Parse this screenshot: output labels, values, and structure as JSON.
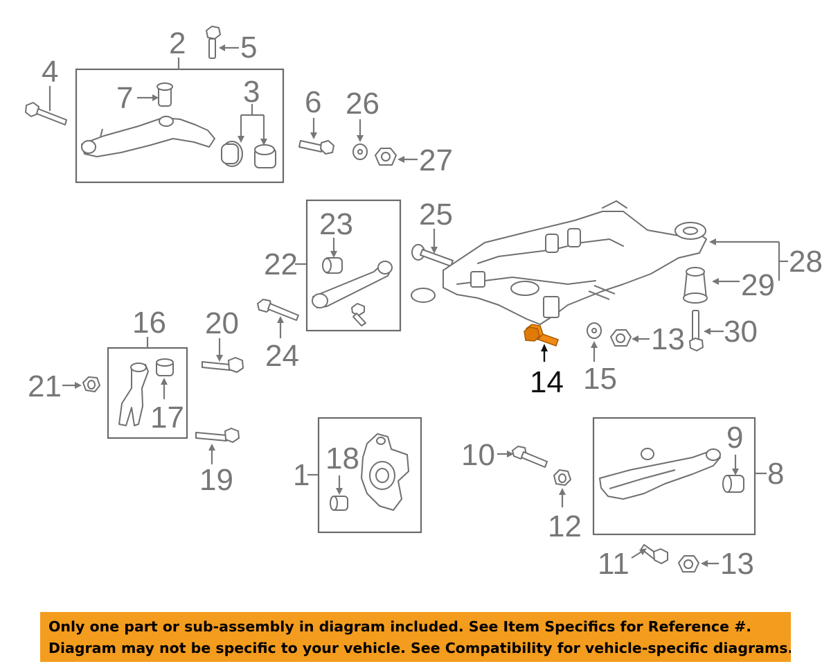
{
  "diagram": {
    "highlight_color": "#e88b10",
    "callouts": {
      "c1": "1",
      "c2": "2",
      "c3": "3",
      "c4": "4",
      "c5": "5",
      "c6": "6",
      "c7": "7",
      "c8": "8",
      "c9": "9",
      "c10": "10",
      "c11": "11",
      "c12": "12",
      "c13a": "13",
      "c13b": "13",
      "c14": "14",
      "c15": "15",
      "c16": "16",
      "c17": "17",
      "c18": "18",
      "c19": "19",
      "c20": "20",
      "c21": "21",
      "c22": "22",
      "c23": "23",
      "c24": "24",
      "c25": "25",
      "c26": "26",
      "c27": "27",
      "c28": "28",
      "c29": "29",
      "c30": "30"
    }
  },
  "notice": {
    "background": "#f39c1e",
    "line1": "Only one part or sub-assembly in diagram included. See Item Specifics for Reference #.",
    "line2": "Diagram may not be specific to your vehicle. See Compatibility for vehicle-specific diagrams."
  }
}
